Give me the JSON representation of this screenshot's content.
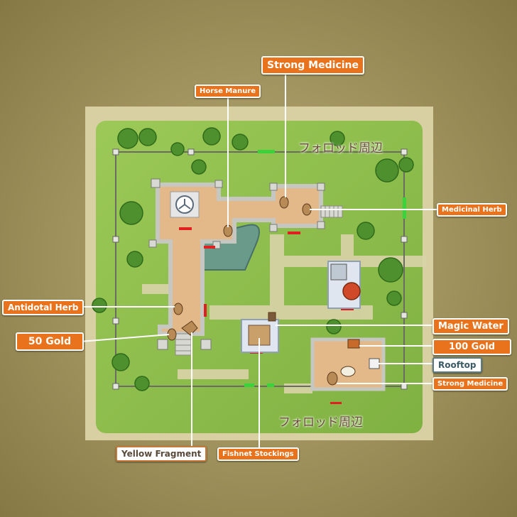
{
  "map": {
    "region_labels": [
      "フォロッド周辺",
      "フォロッド周辺"
    ]
  },
  "callouts": {
    "strong_medicine_top": "Strong Medicine",
    "horse_manure": "Horse Manure",
    "medicinal_herb": "Medicinal Herb",
    "antidotal_herb": "Antidotal Herb",
    "gold_50": "50 Gold",
    "magic_water": "Magic Water",
    "gold_100": "100 Gold",
    "rooftop": "Rooftop",
    "strong_medicine_bottom": "Strong Medicine",
    "yellow_fragment": "Yellow Fragment",
    "fishnet_stockings": "Fishnet Stockings"
  },
  "colors": {
    "callout_orange": "#e8731c",
    "grass": "#8fbf4a",
    "floor": "#e3b98a",
    "wall": "#cfd0cc",
    "water": "#6a9a8a",
    "path": "#d9d3a8",
    "door_red": "#e02020",
    "door_green": "#3cd23c"
  }
}
